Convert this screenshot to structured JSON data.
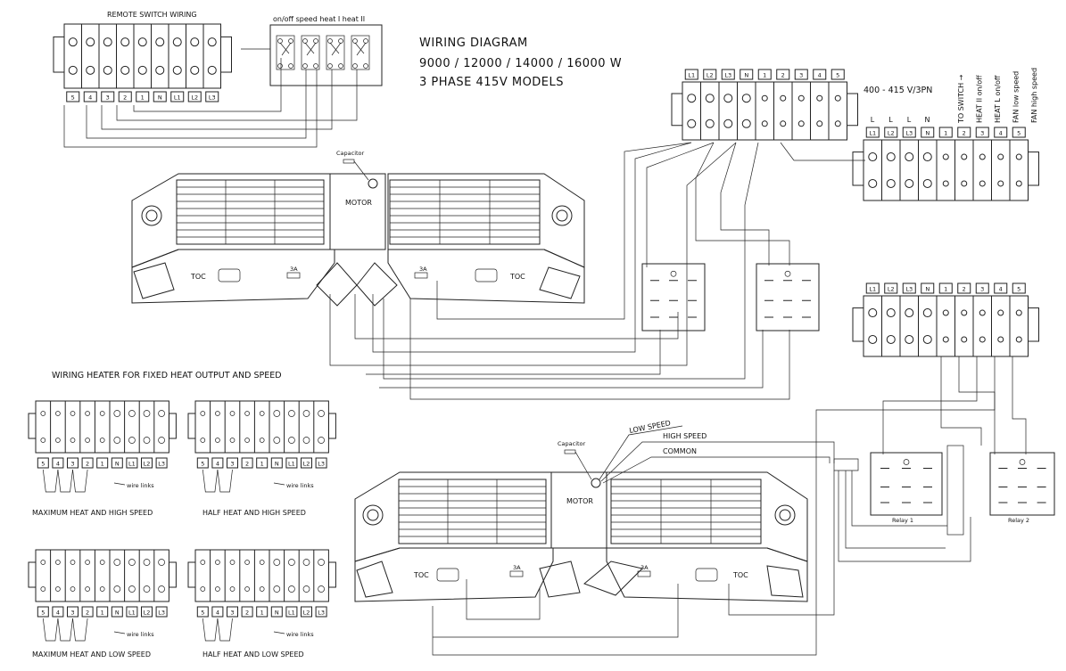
{
  "title": {
    "line1": "WIRING DIAGRAM",
    "line2": "9000  /  12000  /    14000  /  16000  W",
    "line3": "3 PHASE 415V MODELS"
  },
  "remote": {
    "label": "REMOTE SWITCH WIRING",
    "switch_label": "on/off  speed heat I heat II",
    "terminals": [
      "5",
      "4",
      "3",
      "2",
      "1",
      "N",
      "L1",
      "L2",
      "L3"
    ]
  },
  "main_terminal": {
    "terminals": [
      "L1",
      "L2",
      "L3",
      "N",
      "1",
      "2",
      "3",
      "4",
      "5"
    ]
  },
  "supply": {
    "label": "400 - 415 V/3PN",
    "phase_marks": [
      "L",
      "L",
      "L",
      "N"
    ],
    "functions": [
      "TO SWITCH →",
      "HEAT II on/off",
      "HEAT L on/off",
      "FAN low speed",
      "FAN high speed"
    ],
    "terminals": [
      "L1",
      "L2",
      "L3",
      "N",
      "1",
      "2",
      "3",
      "4",
      "5"
    ]
  },
  "unit_top": {
    "capacitor": "Capacitor",
    "motor": "MOTOR",
    "toc_left": "TOC",
    "toc_right": "TOC",
    "fuse_left": "3A",
    "fuse_right": "3A"
  },
  "unit_bottom": {
    "capacitor": "Capacitor",
    "motor": "MOTOR",
    "toc_left": "TOC",
    "toc_right": "TOC",
    "fuse_left": "3A",
    "fuse_right": "3A",
    "low_speed": "LOW SPEED",
    "high_speed": "HIGH SPEED",
    "common": "COMMON",
    "relay1": "Relay 1",
    "relay2": "Relay 2"
  },
  "fixed": {
    "heading": "WIRING HEATER FOR FIXED HEAT OUTPUT AND SPEED",
    "wire_links": "wire links",
    "terminals": [
      "5",
      "4",
      "3",
      "2",
      "1",
      "N",
      "L1",
      "L2",
      "L3"
    ],
    "configs": [
      {
        "caption": "MAXIMUM HEAT AND HIGH SPEED"
      },
      {
        "caption": "HALF HEAT AND HIGH SPEED"
      },
      {
        "caption": "MAXIMUM HEAT AND LOW SPEED"
      },
      {
        "caption": "HALF HEAT AND LOW SPEED"
      }
    ]
  }
}
